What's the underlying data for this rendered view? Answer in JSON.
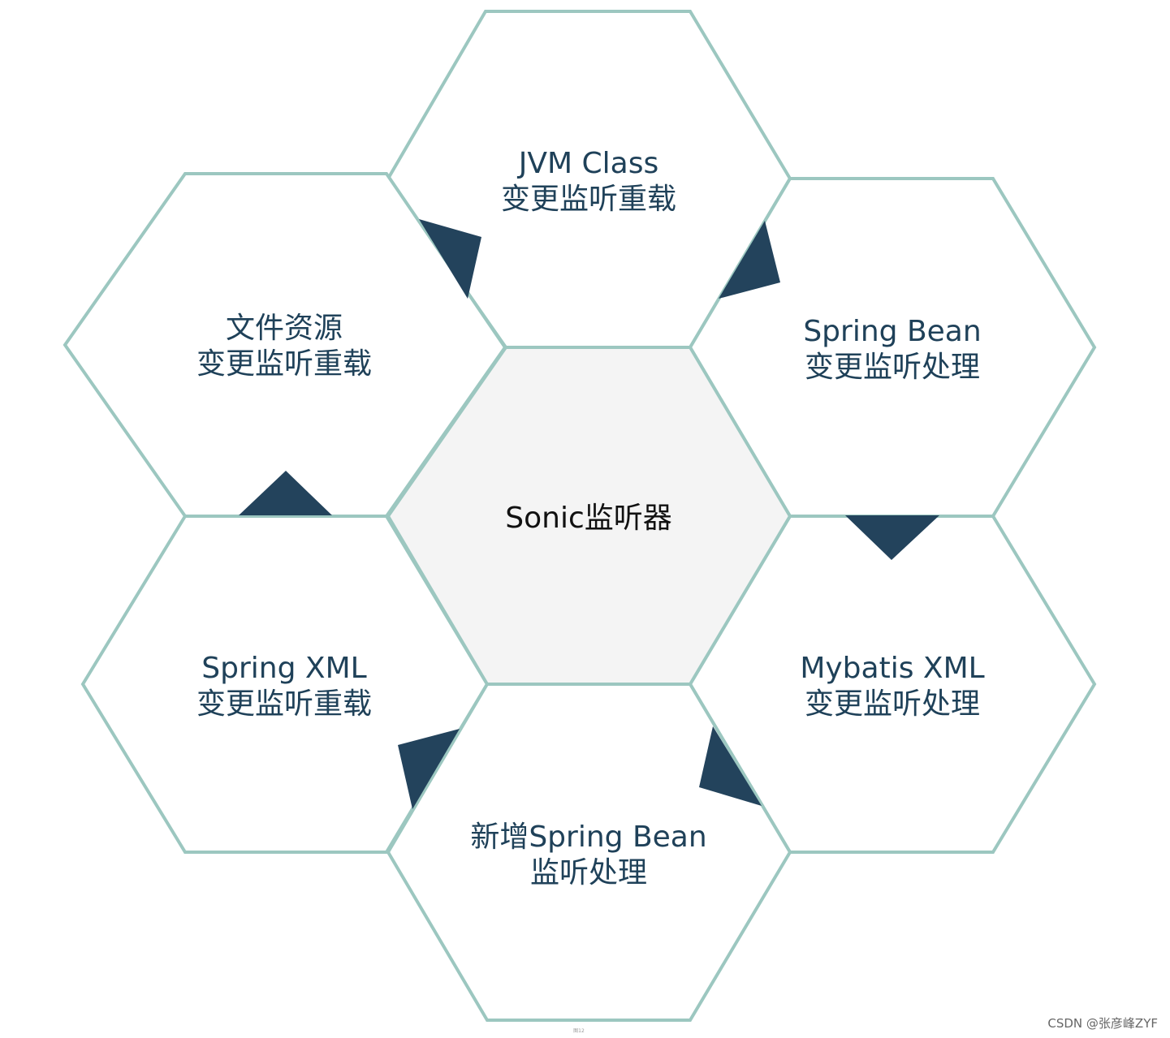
{
  "diagram": {
    "center": {
      "line1": "Sonic监听器"
    },
    "nodes": {
      "top": {
        "line1": "JVM Class",
        "line2": "变更监听重载"
      },
      "upper_left": {
        "line1": "文件资源",
        "line2": "变更监听重载"
      },
      "upper_right": {
        "line1": "Spring Bean",
        "line2": "变更监听处理"
      },
      "lower_left": {
        "line1": "Spring XML",
        "line2": "变更监听重载"
      },
      "lower_right": {
        "line1": "Mybatis XML",
        "line2": "变更监听处理"
      },
      "bottom": {
        "line1": "新增Spring Bean",
        "line2": "监听处理"
      }
    },
    "caption": "图12"
  },
  "watermark": "CSDN @张彦峰ZYF",
  "colors": {
    "hex_stroke": "#9cc7c0",
    "hex_fill": "#ffffff",
    "center_fill": "#f4f4f4",
    "arrow": "#23435c",
    "text": "#1f4159",
    "center_text": "#111111"
  }
}
